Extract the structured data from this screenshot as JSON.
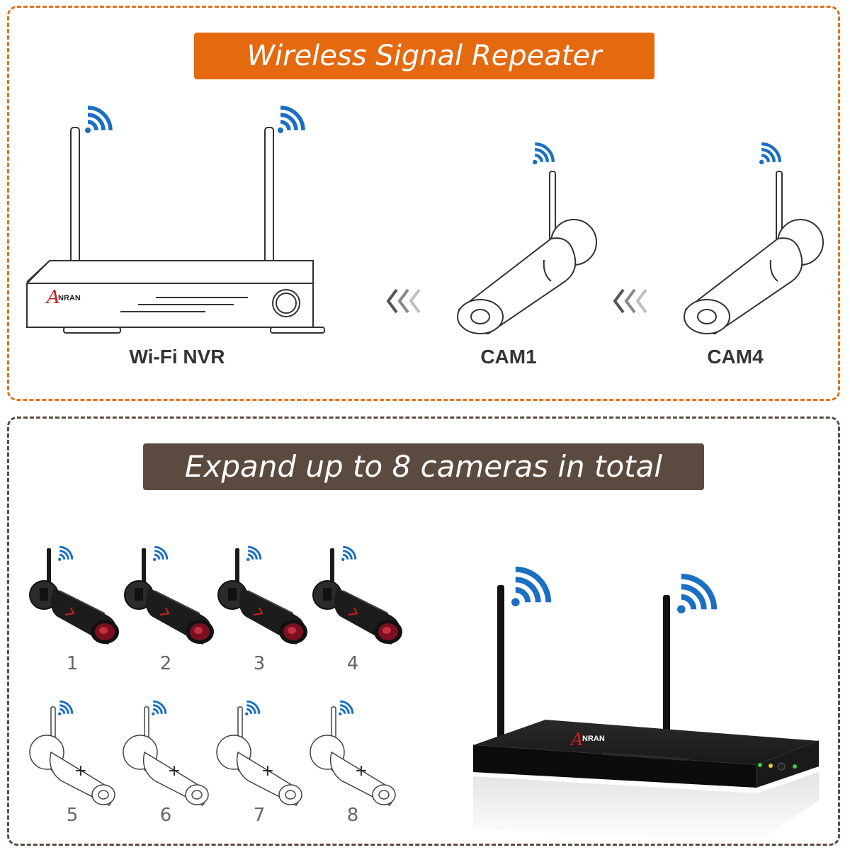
{
  "top_section": {
    "banner": "Wireless Signal Repeater",
    "nvr_label": "Wi-Fi NVR",
    "nvr_brand": "NRAN",
    "nvr_brand_initial": "A",
    "cam1_label": "CAM1",
    "cam4_label": "CAM4"
  },
  "bottom_section": {
    "banner": "Expand up to 8 cameras in total",
    "cameras": [
      {
        "number": "1",
        "state": "connected"
      },
      {
        "number": "2",
        "state": "connected"
      },
      {
        "number": "3",
        "state": "connected"
      },
      {
        "number": "4",
        "state": "connected"
      },
      {
        "number": "5",
        "state": "expandable",
        "symbol": "+"
      },
      {
        "number": "6",
        "state": "expandable",
        "symbol": "+"
      },
      {
        "number": "7",
        "state": "expandable",
        "symbol": "+"
      },
      {
        "number": "8",
        "state": "expandable",
        "symbol": "+"
      }
    ],
    "nvr_brand": "NRAN",
    "nvr_brand_initial": "A"
  },
  "colors": {
    "orange_accent": "#e5690f",
    "brown_accent": "#5b4a40",
    "wifi_blue": "#1b6fc2"
  },
  "icons": [
    "wifi-signal-icon",
    "chevron-arrows-icon",
    "camera-outline-icon",
    "camera-black-icon",
    "nvr-icon"
  ]
}
